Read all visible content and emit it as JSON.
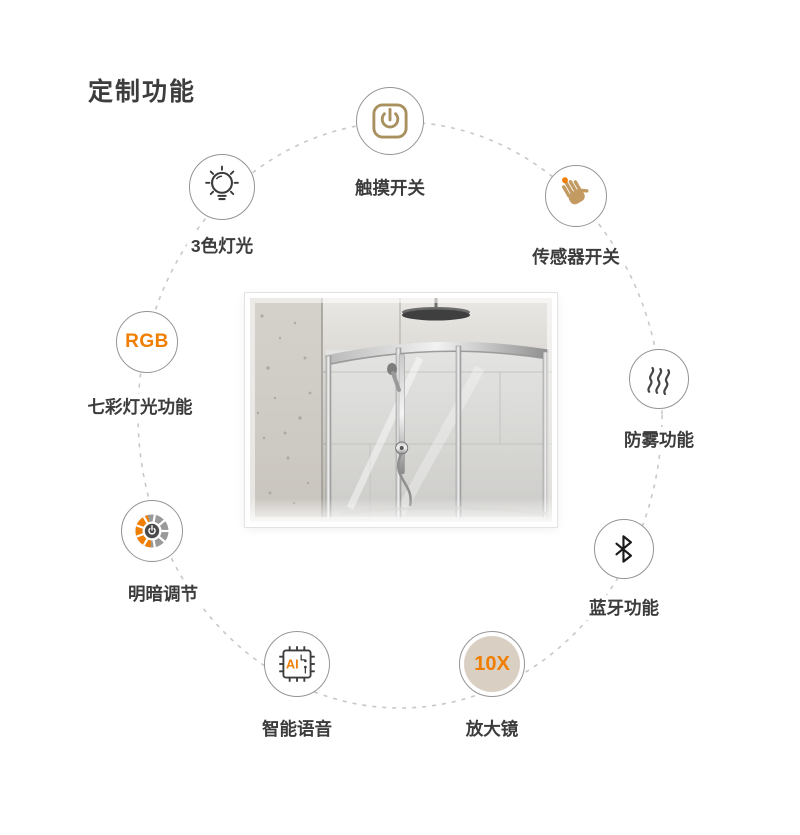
{
  "page": {
    "title": "定制功能"
  },
  "features": [
    {
      "key": "touch-switch",
      "label": "触摸开关",
      "icon": "power-icon"
    },
    {
      "key": "sensor-switch",
      "label": "传感器开关",
      "icon": "hand-icon"
    },
    {
      "key": "anti-fog",
      "label": "防雾功能",
      "icon": "steam-icon"
    },
    {
      "key": "bluetooth",
      "label": "蓝牙功能",
      "icon": "bluetooth-icon"
    },
    {
      "key": "magnifier",
      "label": "放大镜",
      "icon": "disc-badge",
      "icon_text": "10X"
    },
    {
      "key": "smart-voice",
      "label": "智能语音",
      "icon": "ai-chip-icon",
      "icon_text": "AI"
    },
    {
      "key": "dimming",
      "label": "明暗调节",
      "icon": "dimmer-dial-icon"
    },
    {
      "key": "rgb-light",
      "label": "七彩灯光功能",
      "icon": "text-badge",
      "icon_text": "RGB"
    },
    {
      "key": "tri-color",
      "label": "3色灯光",
      "icon": "bulb-icon"
    }
  ],
  "colors": {
    "accent_orange": "#f07e00",
    "tan_gold": "#a8905f",
    "hand_tan": "#c29a62",
    "text_dark": "#3c3c3c",
    "circle_border": "#949494",
    "dash_gray": "#c8c8c8"
  }
}
